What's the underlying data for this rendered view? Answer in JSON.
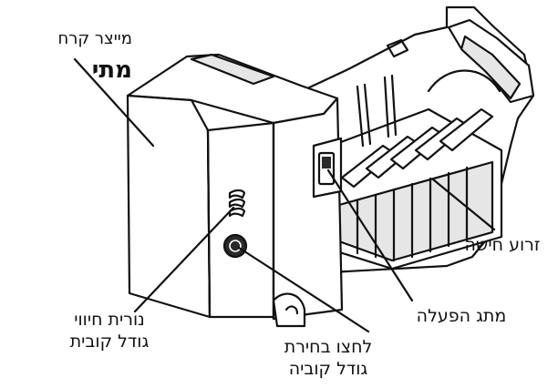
{
  "labels": {
    "ice_maker": {
      "line1": "מייצר קרח",
      "line2": "מתי"
    },
    "sensor_arm": "זרוע חישה",
    "power_switch": "מתג הפעלה",
    "indicator": {
      "line1": "נורית חיווי",
      "line2": "גודל קובית"
    },
    "size_button": {
      "line1": "לחצו בחירת",
      "line2": "גודל קוביה"
    }
  },
  "colors": {
    "stroke": "#111111",
    "fill": "#ffffff",
    "shade": "#e6e6e6",
    "dark": "#2a2a2a"
  }
}
